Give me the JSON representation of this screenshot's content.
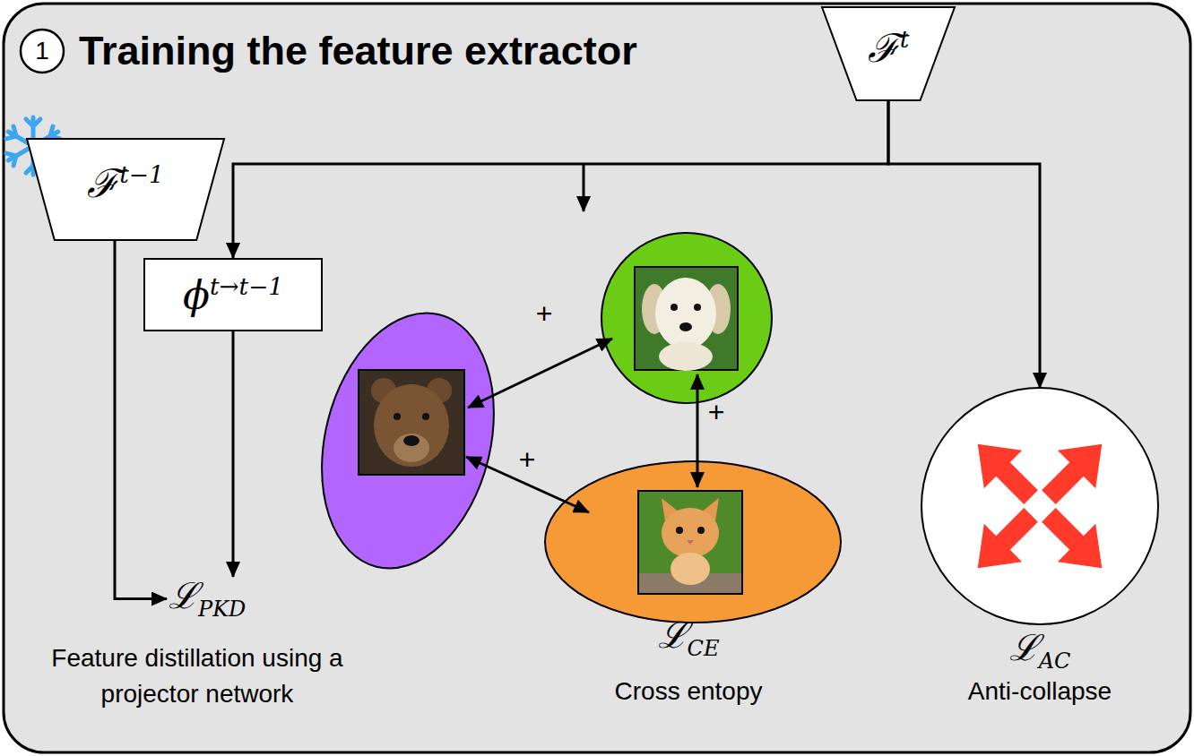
{
  "diagram": {
    "title": "Training the feature extractor",
    "nodes": [
      {
        "text": [
          "ℱt"
        ]
      },
      {
        "text": [
          "ℱt−1"
        ]
      },
      {
        "text": [
          "ϕt→t−1"
        ]
      },
      {
        "text": [
          "ℒPKD",
          "Feature distillation using a projector network"
        ]
      },
      {
        "text": [
          "ℒAC",
          "Anti-collapse"
        ]
      }
    ],
    "edges": [
      {
        "from": 0,
        "to": 2,
        "arrow": "to"
      },
      {
        "from": 0,
        "to": 4,
        "arrow": "to"
      },
      {
        "from": 1,
        "to": 3,
        "arrow": "to"
      },
      {
        "from": 2,
        "to": 3,
        "arrow": "to"
      }
    ],
    "labels": [
      "1",
      "+",
      "+",
      "+",
      "ℒCE",
      "Cross entopy"
    ]
  }
}
